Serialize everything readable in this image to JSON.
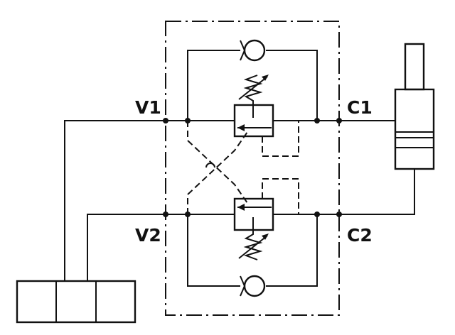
{
  "ports": {
    "v1": "V1",
    "v2": "V2",
    "c1": "C1",
    "c2": "C2"
  },
  "colors": {
    "line": "#111111",
    "background": "#ffffff"
  }
}
